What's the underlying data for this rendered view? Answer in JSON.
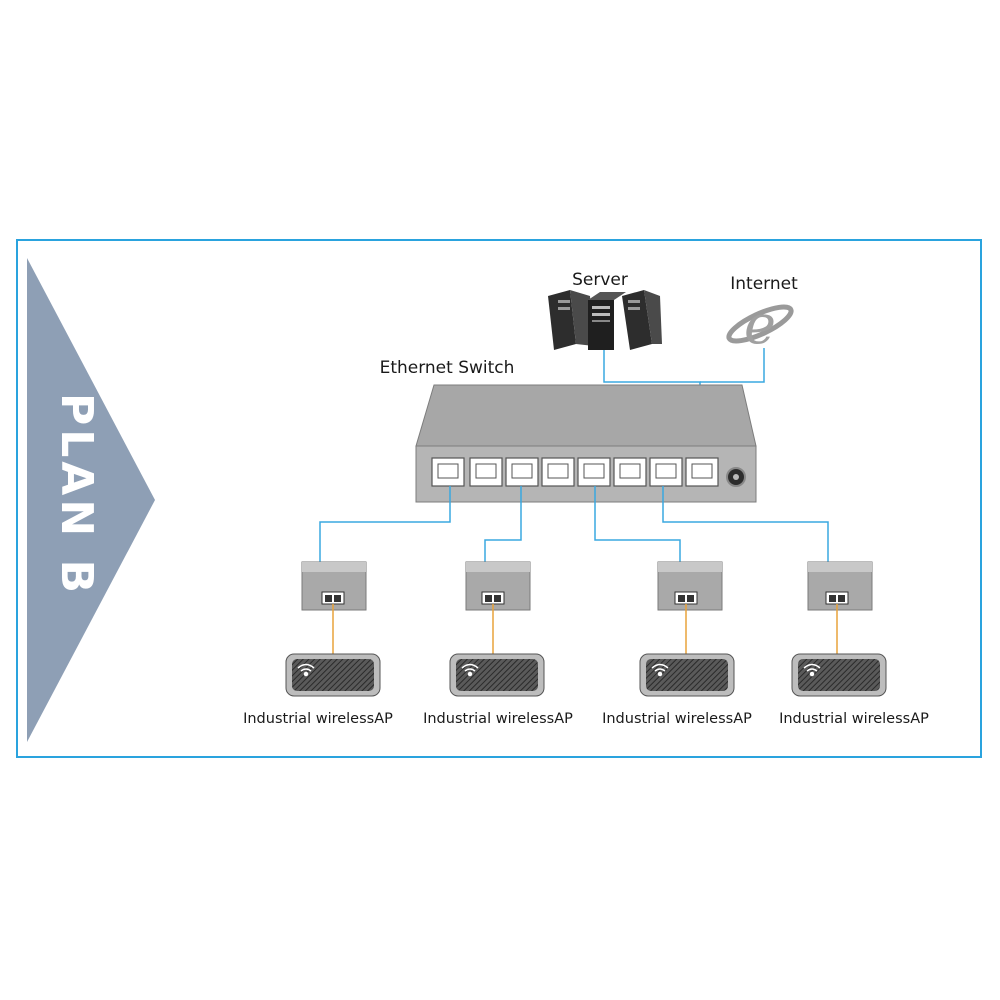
{
  "plan_label": "PLAN B",
  "labels": {
    "server": "Server",
    "internet": "Internet",
    "switch": "Ethernet Switch",
    "ap": "Industrial wirelessAP"
  },
  "access_points": [
    {
      "label": "Industrial wirelessAP"
    },
    {
      "label": "Industrial wirelessAP"
    },
    {
      "label": "Industrial wirelessAP"
    },
    {
      "label": "Industrial wirelessAP"
    }
  ],
  "colors": {
    "frame": "#2aa3de",
    "cable_lan": "#3aa8e0",
    "cable_poe": "#e8a23a",
    "arrow": "#8e9fb5",
    "switch_body": "#a7a7a7"
  }
}
